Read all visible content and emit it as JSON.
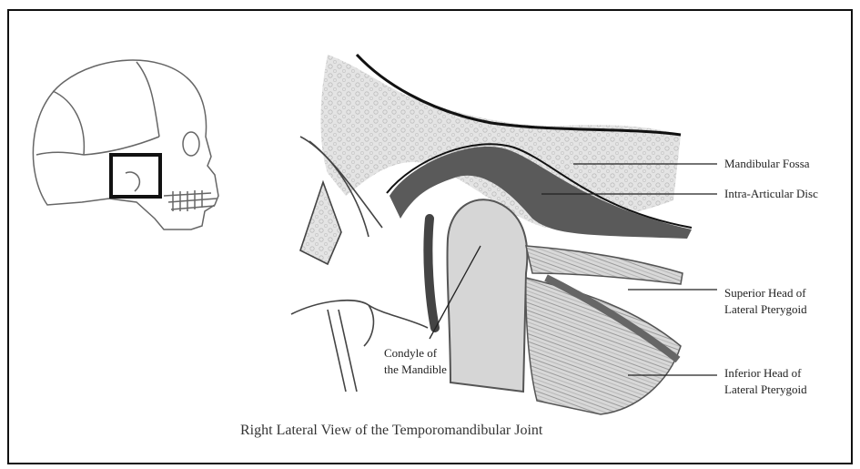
{
  "caption": "Right Lateral View of the Temporomandibular Joint",
  "labels": {
    "mandibular_fossa": "Mandibular Fossa",
    "intra_articular_disc": "Intra-Articular Disc",
    "superior_head_line1": "Superior Head of",
    "superior_head_line2": "Lateral Pterygoid",
    "inferior_head_line1": "Inferior Head of",
    "inferior_head_line2": "Lateral Pterygoid",
    "condyle_line1": "Condyle of",
    "condyle_line2": "the Mandible"
  },
  "colors": {
    "bone_texture": "#c9c9c9",
    "disc": "#555555",
    "condyle": "#d6d6d6",
    "muscle": "#9a9a9a",
    "outline": "#111111"
  }
}
